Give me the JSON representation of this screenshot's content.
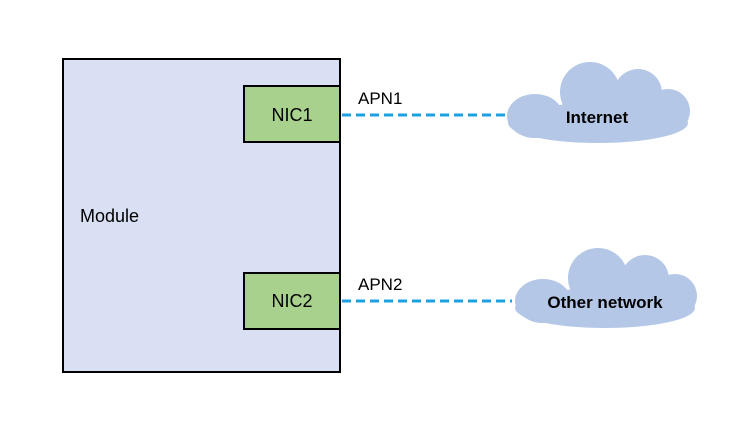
{
  "module": {
    "label": "Module",
    "fill": "#DAE0F3"
  },
  "nics": [
    {
      "label": "NIC1",
      "fill": "#A9D18E"
    },
    {
      "label": "NIC2",
      "fill": "#A9D18E"
    }
  ],
  "links": [
    {
      "apn": "APN1",
      "color": "#1BA1E2"
    },
    {
      "apn": "APN2",
      "color": "#1BA1E2"
    }
  ],
  "clouds": [
    {
      "label": "Internet",
      "fill": "#B4C7E7"
    },
    {
      "label": "Other network",
      "fill": "#B4C7E7"
    }
  ]
}
